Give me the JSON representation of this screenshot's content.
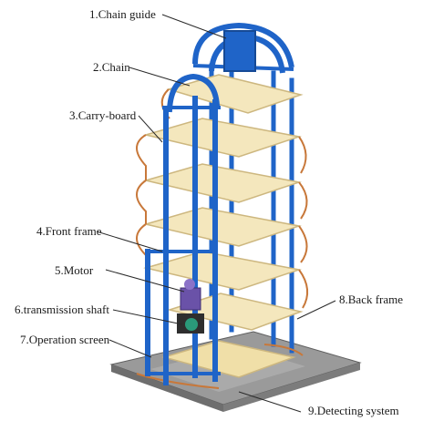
{
  "figure": {
    "labels": {
      "chain_guide": "1.Chain guide",
      "chain": "2.Chain",
      "carry_board": "3.Carry-board",
      "front_frame": "4.Front frame",
      "motor": "5.Motor",
      "transmission_shaft": "6.transmission shaft",
      "operation_screen": "7.Operation screen",
      "back_frame": "8.Back frame",
      "detecting_system": "9.Detecting system"
    }
  },
  "colors": {
    "frame_blue": "#1f64c8",
    "frame_dark": "#164a96",
    "board_cream": "#f4e7bd",
    "board_edge": "#cdb77f",
    "chain_orange": "#c8783a",
    "base_grey": "#8e8e8e",
    "base_dark": "#5f5f5f",
    "motor_purple": "#6a52a8",
    "leader_line": "#2a2a2a"
  }
}
